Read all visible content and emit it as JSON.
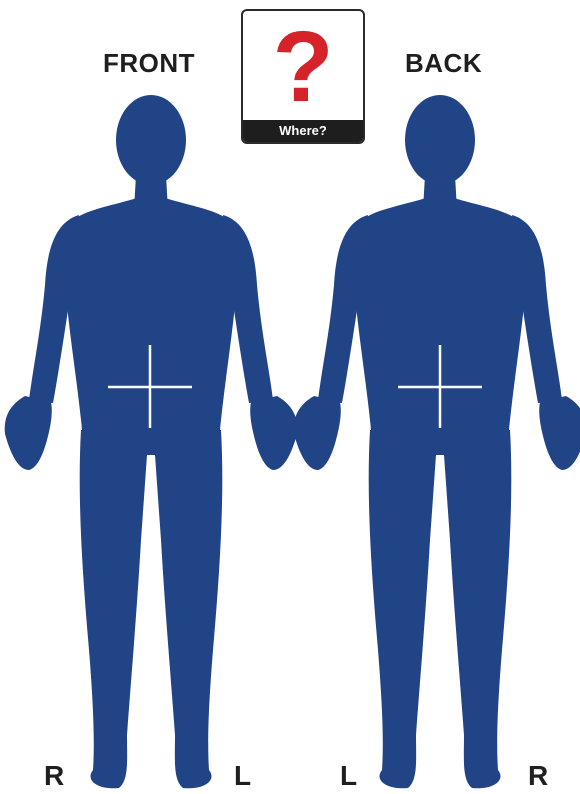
{
  "labels": {
    "front": "FRONT",
    "back": "BACK",
    "front_right": "R",
    "front_left": "L",
    "back_left": "L",
    "back_right": "R"
  },
  "where_card": {
    "symbol": "?",
    "caption": "Where?"
  },
  "colors": {
    "body": "#214487",
    "question_mark": "#d6232a",
    "caption_bar": "#1e1e1e"
  }
}
